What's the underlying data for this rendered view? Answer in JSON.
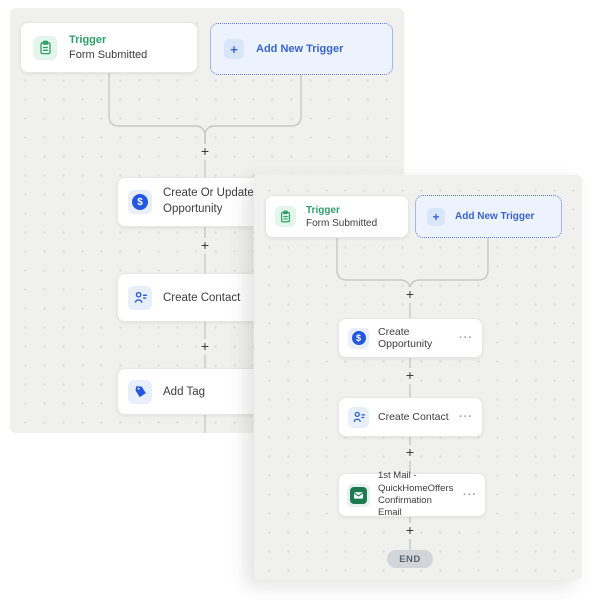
{
  "icons": {
    "plus": "+",
    "menu_dots": "···"
  },
  "colors": {
    "canvas_bg": "#f0f0ee",
    "accent_green": "#2f9e68",
    "accent_blue": "#2f5fd0",
    "wire_gray": "#c7c7c7",
    "end_pill_bg": "#d2d5da"
  },
  "back_canvas": {
    "trigger_card": {
      "type_label": "Trigger",
      "title": "Form Submitted"
    },
    "add_trigger_label": "Add New Trigger",
    "nodes": [
      {
        "label": "Create Or Update Opportunity",
        "icon": "dollar-icon"
      },
      {
        "label": "Create Contact",
        "icon": "contact-icon"
      },
      {
        "label": "Add Tag",
        "icon": "tag-icon"
      }
    ]
  },
  "front_canvas": {
    "trigger_card": {
      "type_label": "Trigger",
      "title": "Form Submitted"
    },
    "add_trigger_label": "Add New Trigger",
    "nodes": [
      {
        "label": "Create Opportunity",
        "icon": "dollar-icon"
      },
      {
        "label": "Create Contact",
        "icon": "contact-icon"
      },
      {
        "label": "1st Mail - QuickHomeOffers Confirmation Email",
        "icon": "email-icon"
      }
    ],
    "end_label": "END"
  }
}
